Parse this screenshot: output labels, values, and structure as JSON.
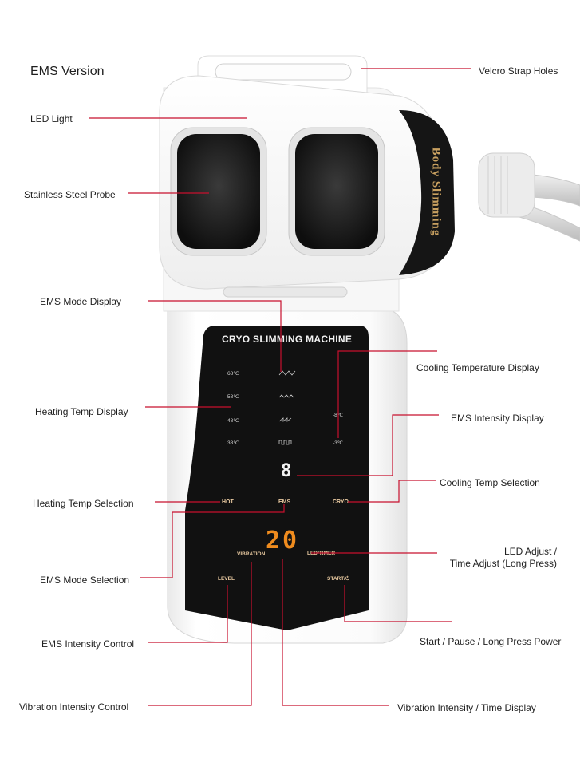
{
  "header": {
    "title": "EMS Version"
  },
  "brand_text": "Body Slimming",
  "panel": {
    "title": "CRYO SLIMMING MACHINE",
    "heating_temps": [
      "68℃",
      "58℃",
      "48℃",
      "38℃"
    ],
    "cooling_temps": [
      "-8℃",
      "-3℃"
    ],
    "ems_digit": "8",
    "main_digits": "20",
    "buttons": {
      "hot": "HOT",
      "ems": "EMS",
      "cryo": "CRYO",
      "vibration": "VIBRATION",
      "led_timer": "LED/TIMER",
      "level": "LEVEL",
      "start": "START/⏻"
    }
  },
  "callouts": {
    "velcro": "Velcro Strap Holes",
    "led_light": "LED Light",
    "probe": "Stainless Steel Probe",
    "ems_mode_display": "EMS Mode Display",
    "cooling_temp_display": "Cooling Temperature Display",
    "heating_temp_display": "Heating Temp Display",
    "ems_intensity_display": "EMS Intensity Display",
    "cooling_temp_selection": "Cooling Temp Selection",
    "heating_temp_selection": "Heating Temp Selection",
    "led_adjust_line1": "LED Adjust /",
    "led_adjust_line2": "Time Adjust (Long Press)",
    "ems_mode_selection": "EMS Mode Selection",
    "start_pause": "Start / Pause / Long Press Power",
    "ems_intensity_control": "EMS Intensity Control",
    "vibration_control": "Vibration Intensity Control",
    "vibration_display": "Vibration Intensity / Time Display"
  },
  "colors": {
    "callout_line": "#c8102e",
    "panel": "#111111",
    "digit": "#f08c1e",
    "brand": "#c8a060"
  }
}
